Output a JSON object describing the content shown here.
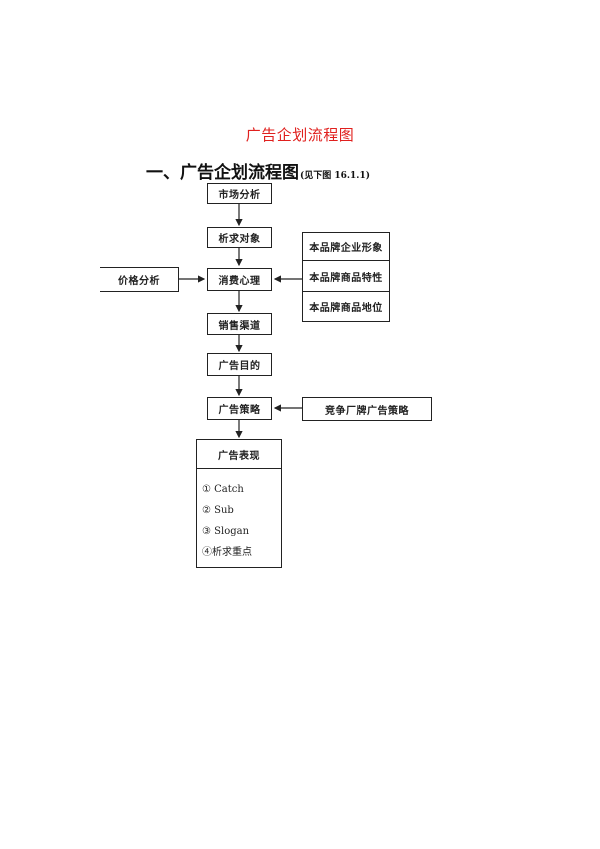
{
  "title": "广告企划流程图",
  "heading": {
    "main": "一、广告企划流程图",
    "note": "(见下图 16.1.1)"
  },
  "flow": {
    "steps": [
      {
        "label": "市场分析"
      },
      {
        "label": "析求对象"
      },
      {
        "label": "消费心理"
      },
      {
        "label": "销售渠道"
      },
      {
        "label": "广告目的"
      },
      {
        "label": "广告策略"
      }
    ],
    "left_input": {
      "label": "价格分析",
      "target": "消费心理"
    },
    "right_inputs": {
      "target": "消费心理",
      "items": [
        {
          "label": "本品牌企业形象"
        },
        {
          "label": "本品牌商品特性"
        },
        {
          "label": "本品牌商品地位"
        }
      ]
    },
    "competitor_input": {
      "label": "竞争厂牌广告策略",
      "target": "广告策略"
    },
    "expression": {
      "header": "广告表现",
      "items": [
        {
          "label": "① Catch"
        },
        {
          "label": "② Sub"
        },
        {
          "label": "③ Slogan"
        },
        {
          "label": "④析求重点"
        }
      ]
    }
  },
  "colors": {
    "title": "#e0201e",
    "lines": "#222222"
  }
}
